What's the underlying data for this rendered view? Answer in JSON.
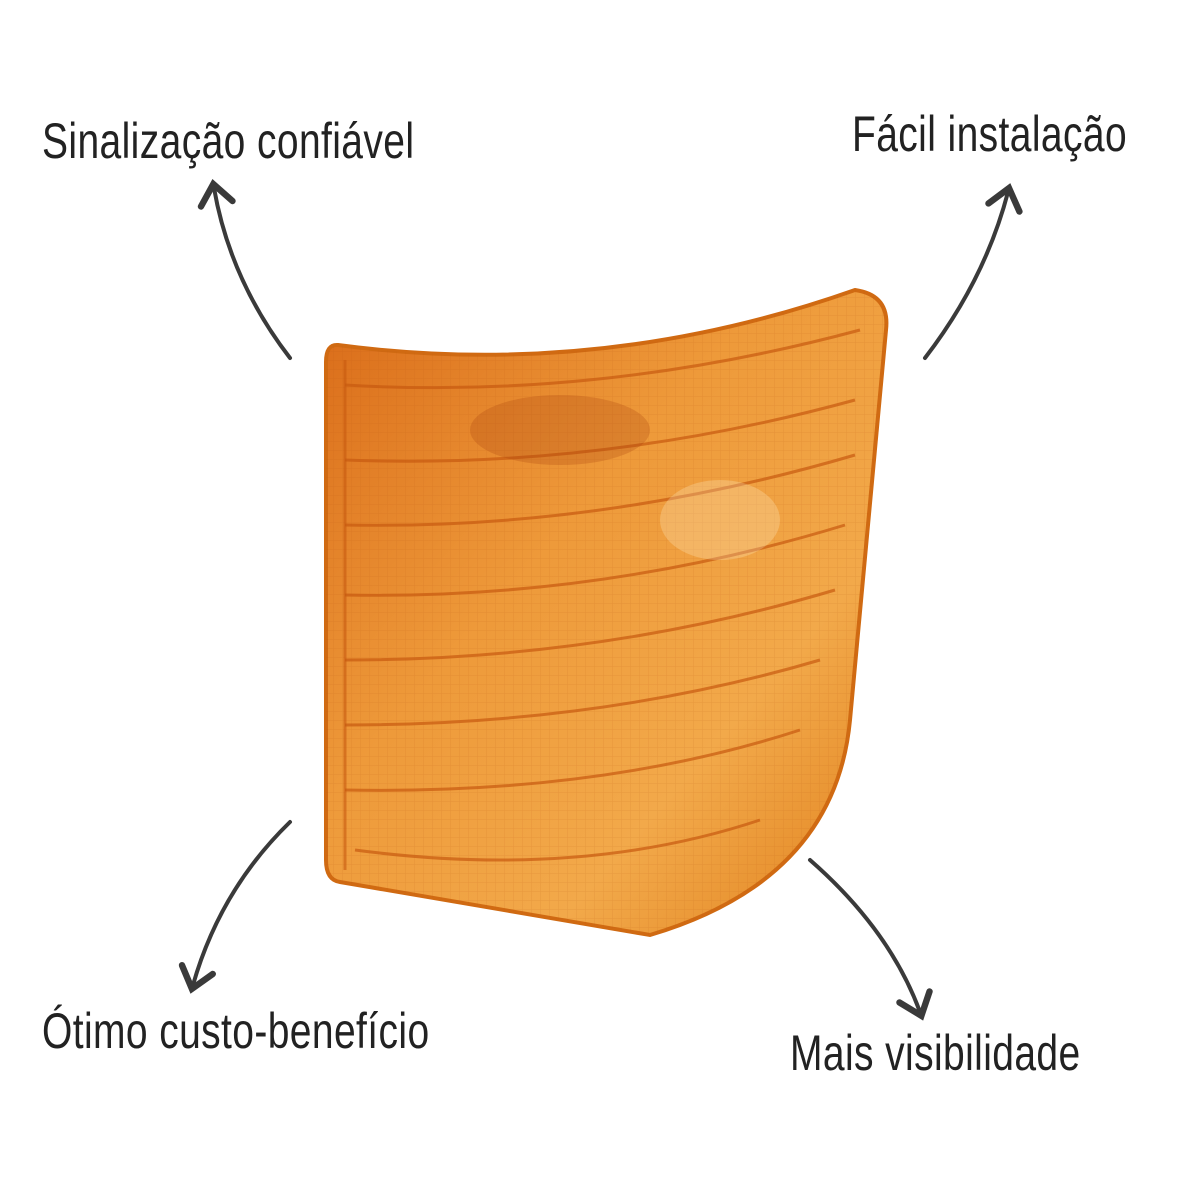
{
  "labels": {
    "top_left": "Sinalização confiável",
    "top_right": "Fácil instalação",
    "bottom_left": "Ótimo custo-benefício",
    "bottom_right": "Mais visibilidade"
  },
  "colors": {
    "text": "#222222",
    "arrow": "#3a3a3a",
    "lens_orange": "#e8891a"
  }
}
